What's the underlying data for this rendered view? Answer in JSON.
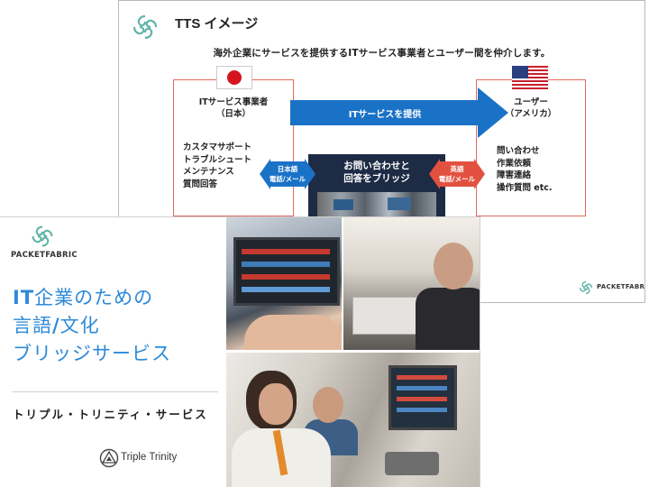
{
  "back_slide": {
    "title": "TTS イメージ",
    "subtitle": "海外企業にサービスを提供するITサービス事業者とユーザー間を仲介します。",
    "left_box": {
      "heading_line1": "ITサービス事業者",
      "heading_line2": "（日本）",
      "items": [
        "カスタマサポート",
        "トラブルシュート",
        "メンテナンス",
        "質問回答"
      ]
    },
    "right_box": {
      "heading_line1": "ユーザー",
      "heading_line2": "（アメリカ）",
      "items": [
        "問い合わせ",
        "作業依頼",
        "障害連絡",
        "操作質問 etc."
      ]
    },
    "main_arrow_label": "ITサービスを提供",
    "bridge_line1": "お問い合わせと",
    "bridge_line2": "回答をブリッジ",
    "left_arrow_line1": "日本語",
    "left_arrow_line2": "電話/メール",
    "right_arrow_line1": "英語",
    "right_arrow_line2": "電話/メール",
    "footer_brand": "PACKETFABRIC",
    "colors": {
      "arrow_blue": "#1a72c7",
      "arrow_red": "#e2513f",
      "box_border": "#e36a5b"
    }
  },
  "front_slide": {
    "brand": "PACKETFABRIC",
    "headline_bold": "IT",
    "headline_line1_rest": "企業のための",
    "headline_line2_a": "言語",
    "headline_line2_slash": "/",
    "headline_line2_b": "文化",
    "headline_line3": "ブリッジサービス",
    "tagline": "トリプル・トリニティ・サービス",
    "logo_text": "Triple Trinity",
    "colors": {
      "headline": "#2d8ad8"
    }
  },
  "icons": [
    "packetfabric-logo-icon",
    "triple-trinity-logo-icon",
    "japan-flag-icon",
    "us-flag-icon"
  ]
}
